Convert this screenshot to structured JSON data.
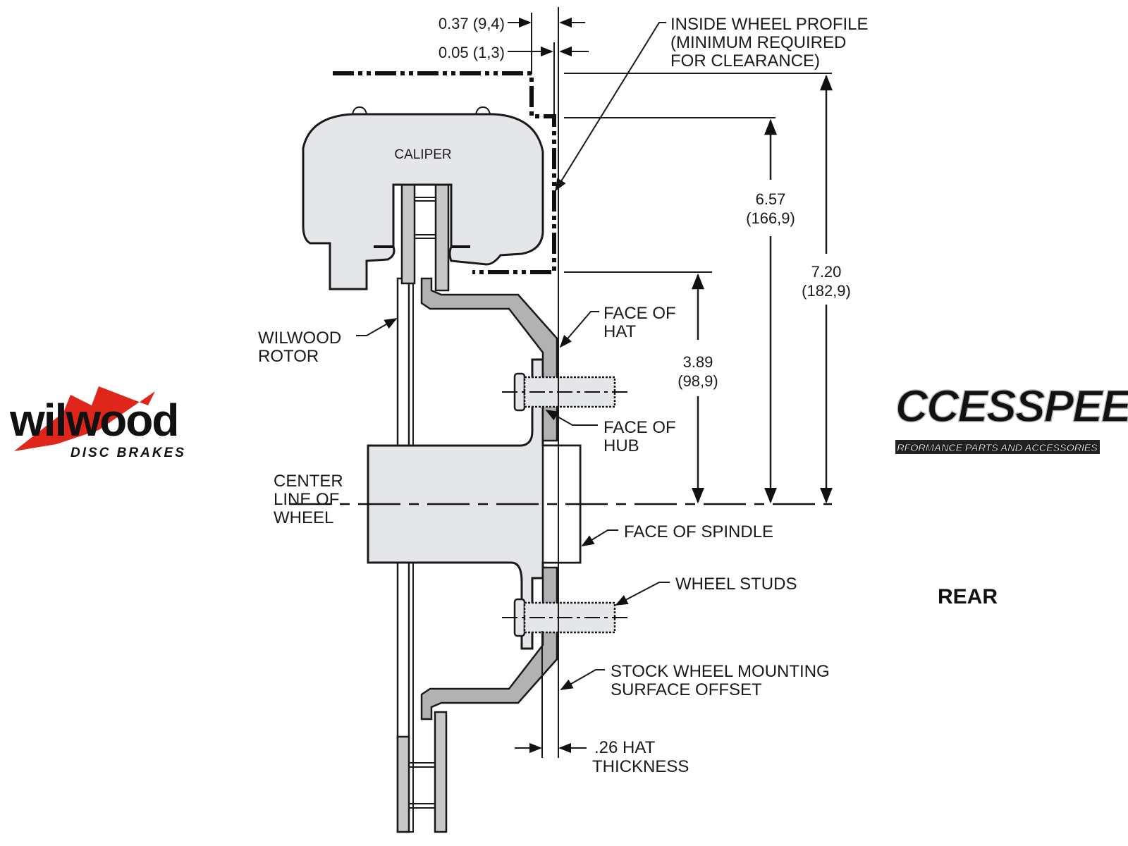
{
  "diagram": {
    "view": "REAR",
    "caliper_label": "CALIPER",
    "labels": {
      "inside_wheel_profile": [
        "INSIDE WHEEL PROFILE",
        "(MINIMUM REQUIRED",
        "FOR CLEARANCE)"
      ],
      "wilwood_rotor": [
        "WILWOOD",
        "ROTOR"
      ],
      "face_of_hat": [
        "FACE OF",
        "HAT"
      ],
      "face_of_hub": [
        "FACE OF",
        "HUB"
      ],
      "center_line": [
        "CENTER",
        "LINE OF",
        "WHEEL"
      ],
      "face_of_spindle": "FACE OF SPINDLE",
      "wheel_studs": "WHEEL STUDS",
      "stock_offset": [
        "STOCK WHEEL MOUNTING",
        "SURFACE OFFSET"
      ],
      "hat_thickness": [
        ".26 HAT",
        "THICKNESS"
      ]
    },
    "dimensions": {
      "d1": {
        "inch": "0.37",
        "mm": "(9,4)"
      },
      "d2": {
        "inch": "0.05",
        "mm": "(1,3)"
      },
      "d3": {
        "inch": "6.57",
        "mm": "(166,9)"
      },
      "d4": {
        "inch": "7.20",
        "mm": "(182,9)"
      },
      "d5": {
        "inch": "3.89",
        "mm": "(98,9)"
      }
    },
    "dimension_texts": {
      "d1": "0.37 (9,4)",
      "d2": "0.05 (1,3)"
    }
  },
  "logos": {
    "wilwood": {
      "name": "wilwood",
      "tagline": "DISC BRAKES",
      "accent": "#e0251b"
    },
    "accesspeed": {
      "name": "CCESSPEED",
      "tagline": "RFORMANCE PARTS AND ACCESSORIES"
    }
  },
  "colors": {
    "part_fill": "#e4e6e9",
    "hat_fill": "#b2b2b2",
    "line": "#1a1a1a"
  }
}
